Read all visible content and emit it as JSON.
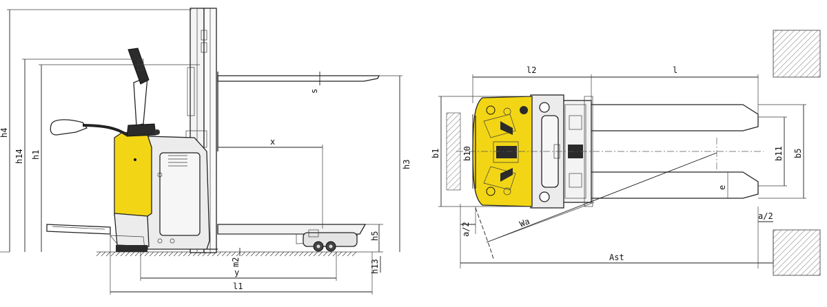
{
  "colors": {
    "accent": "#F2D515",
    "line": "#1a1a1a",
    "body_grey": "#ECECEC",
    "dark": "#2b2b2b"
  },
  "side_view": {
    "labels": {
      "h4": "h4",
      "h14": "h14",
      "h1": "h1",
      "h3": "h3",
      "s": "s",
      "x": "x",
      "h5": "h5",
      "m2": "m2",
      "h13": "h13",
      "y": "y",
      "l1": "l1"
    }
  },
  "top_view": {
    "labels": {
      "l2": "l2",
      "l": "l",
      "b1": "b1",
      "b10": "b10",
      "b11": "b11",
      "b5": "b5",
      "e": "e",
      "a2_left": "a/2",
      "a2_right": "a/2",
      "wa": "Wa",
      "ast": "Ast"
    }
  }
}
